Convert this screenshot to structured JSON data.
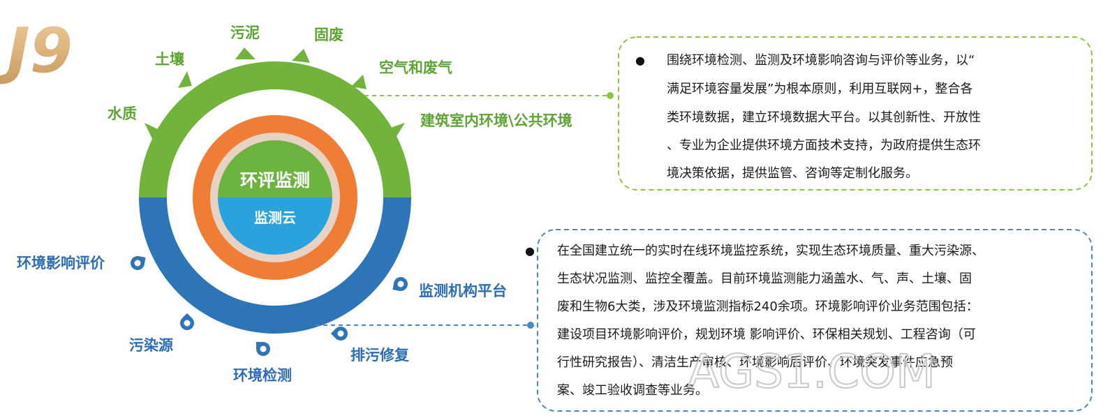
{
  "logo": {
    "text": "J9"
  },
  "center": {
    "title": "环评监测",
    "subtitle": "监测云"
  },
  "upper_categories": [
    "水质",
    "土壤",
    "污泥",
    "固废",
    "空气和废气",
    "建筑室内环境\\公共环境"
  ],
  "lower_categories": [
    "环境影响评价",
    "污染源",
    "环境检测",
    "排污修复",
    "监测机构平台"
  ],
  "info_green": {
    "bullet": "●",
    "lines": [
      "围绕环境检测、监测及环境影响咨询与评价等业务，以“",
      "满足环境容量发展”为根本原则，利用互联网+，整合各",
      "类环境数据，建立环境数据大平台。以其创新性、开放性",
      "、专业为企业提供环境方面技术支持，为政府提供生态环",
      "境决策依据，提供监管、咨询等定制化服务。"
    ]
  },
  "info_blue": {
    "bullet": "●",
    "lines": [
      "在全国建立统一的实时在线环境监控系统，实现生态环境质量、重大污染源、",
      "生态状况监测、监控全覆盖。目前环境监测能力涵盖水、气、声、土壤、固",
      "废和生物6大类，涉及环境监测指标240余项。环境影响评价业务范围包括：",
      "建设项目环境影响评价，规划环境 影响评价、环保相关规划、工程咨询（可",
      "行性研究报告）、清洁生产审核、环境影响后评价、环境突发事件应急预",
      "案、竣工验收调查等业务。"
    ]
  },
  "watermark": "AGS1.COM",
  "colors": {
    "green": "#72b33c",
    "blue": "#2e75b8",
    "orange": "#ef7d35",
    "sky": "#2aa3dc",
    "beige": "#e8d2c4"
  }
}
